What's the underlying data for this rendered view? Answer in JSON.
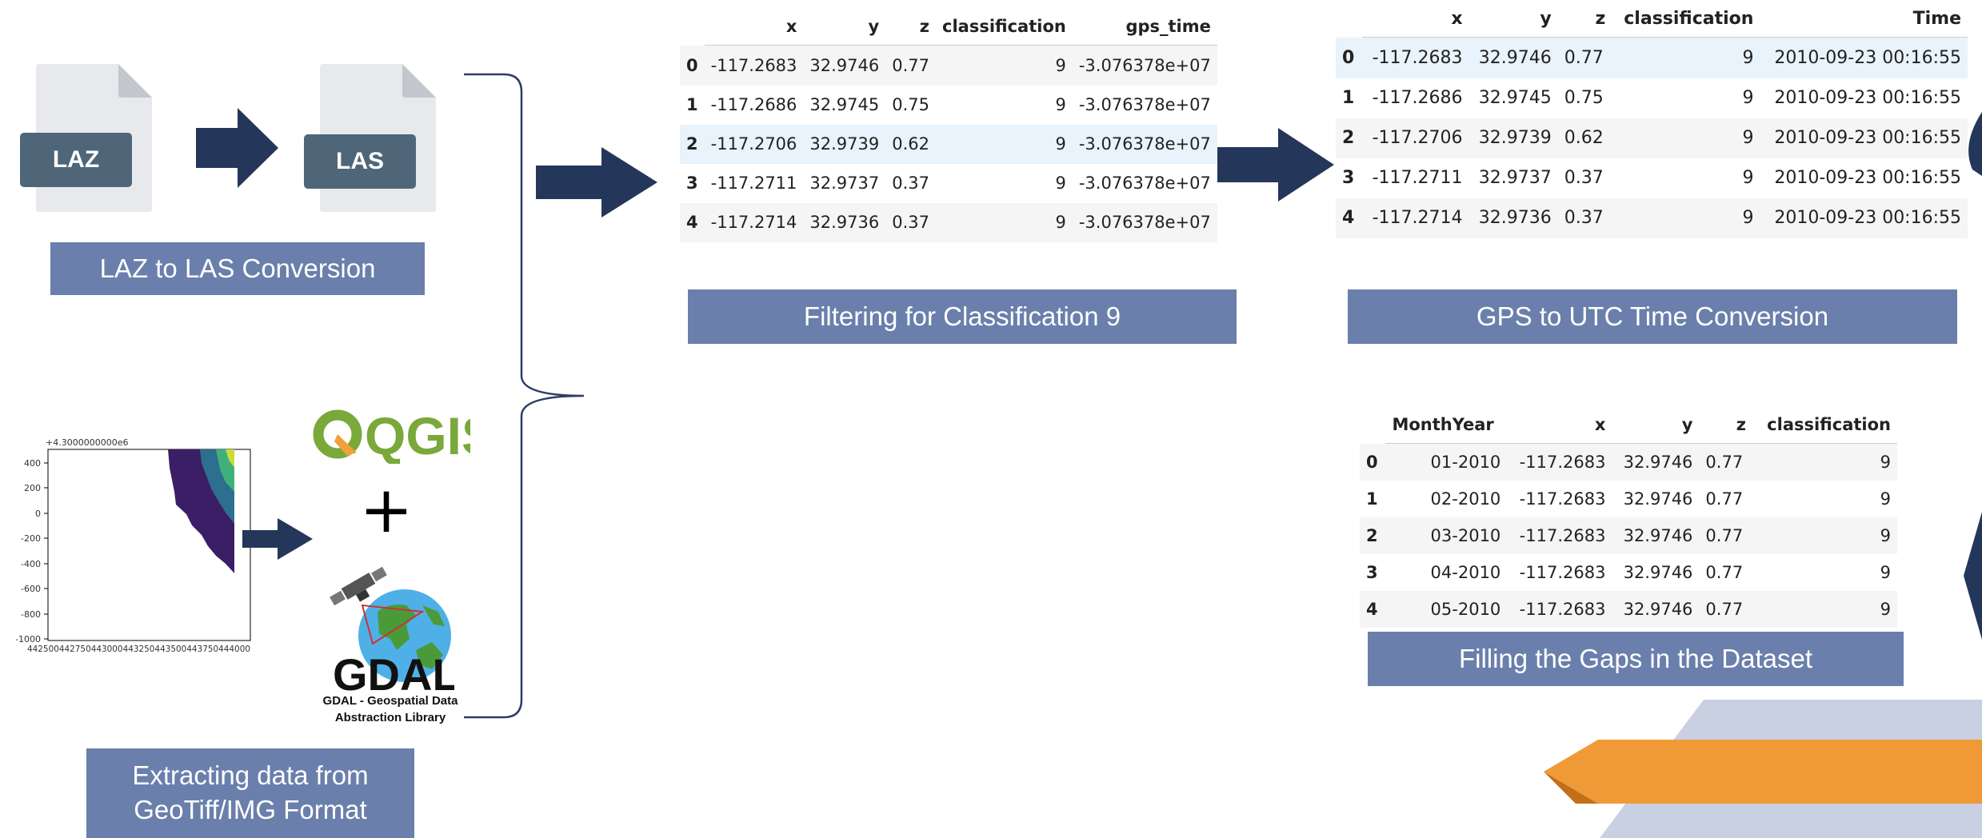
{
  "steps": {
    "laz_conversion": {
      "src_tag": "LAZ",
      "dst_tag": "LAS",
      "label": "LAZ to LAS Conversion"
    },
    "extract": {
      "label_line1": "Extracting data from",
      "label_line2": "GeoTiff/IMG Format",
      "qgis_text": "QGIS",
      "plus": "+",
      "gdal_text": "GDAL",
      "gdal_caption_line1": "GDAL - Geospatial Data",
      "gdal_caption_line2": "Abstraction Library",
      "plot": {
        "offset_label": "+4.3000000000e6",
        "y_ticks": [
          "400",
          "200",
          "0",
          "-200",
          "-400",
          "-600",
          "-800",
          "-1000"
        ],
        "x_ticks": "442500442750443000443250443500443750444000"
      }
    },
    "filter": {
      "label": "Filtering for Classification 9",
      "columns": [
        "",
        "x",
        "y",
        "z",
        "classification",
        "gps_time"
      ],
      "rows": [
        [
          "0",
          "-117.2683",
          "32.9746",
          "0.77",
          "9",
          "-3.076378e+07"
        ],
        [
          "1",
          "-117.2686",
          "32.9745",
          "0.75",
          "9",
          "-3.076378e+07"
        ],
        [
          "2",
          "-117.2706",
          "32.9739",
          "0.62",
          "9",
          "-3.076378e+07"
        ],
        [
          "3",
          "-117.2711",
          "32.9737",
          "0.37",
          "9",
          "-3.076378e+07"
        ],
        [
          "4",
          "-117.2714",
          "32.9736",
          "0.37",
          "9",
          "-3.076378e+07"
        ]
      ]
    },
    "gps_utc": {
      "label": "GPS to UTC Time Conversion",
      "columns": [
        "",
        "x",
        "y",
        "z",
        "classification",
        "Time"
      ],
      "rows": [
        [
          "0",
          "-117.2683",
          "32.9746",
          "0.77",
          "9",
          "2010-09-23 00:16:55"
        ],
        [
          "1",
          "-117.2686",
          "32.9745",
          "0.75",
          "9",
          "2010-09-23 00:16:55"
        ],
        [
          "2",
          "-117.2706",
          "32.9739",
          "0.62",
          "9",
          "2010-09-23 00:16:55"
        ],
        [
          "3",
          "-117.2711",
          "32.9737",
          "0.37",
          "9",
          "2010-09-23 00:16:55"
        ],
        [
          "4",
          "-117.2714",
          "32.9736",
          "0.37",
          "9",
          "2010-09-23 00:16:55"
        ]
      ]
    },
    "fill_gaps": {
      "label": "Filling the Gaps in the Dataset",
      "columns": [
        "",
        "MonthYear",
        "x",
        "y",
        "z",
        "classification"
      ],
      "rows": [
        [
          "0",
          "01-2010",
          "-117.2683",
          "32.9746",
          "0.77",
          "9"
        ],
        [
          "1",
          "02-2010",
          "-117.2683",
          "32.9746",
          "0.77",
          "9"
        ],
        [
          "2",
          "03-2010",
          "-117.2683",
          "32.9746",
          "0.77",
          "9"
        ],
        [
          "3",
          "04-2010",
          "-117.2683",
          "32.9746",
          "0.77",
          "9"
        ],
        [
          "4",
          "05-2010",
          "-117.2683",
          "32.9746",
          "0.77",
          "9"
        ]
      ]
    }
  },
  "colors": {
    "arrow": "#24365a",
    "label_bg": "#6a7fab",
    "orange": "#f09a37",
    "qgis_green": "#7aa83a",
    "qgis_orange": "#f0a13a"
  }
}
